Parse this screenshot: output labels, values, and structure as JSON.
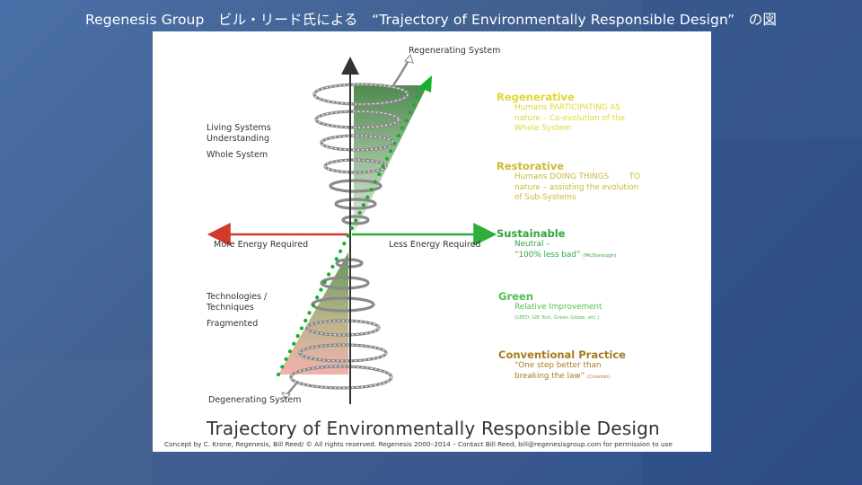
{
  "slide_title": "Regenesis Group　ビル・リード氏による　“Trajectory of Environmentally Responsible Design”　の図",
  "diagram": {
    "top_label": "Regenerating System",
    "bottom_label": "Degenerating System",
    "left_axis_label": "More Energy Required",
    "right_axis_label": "Less Energy Required",
    "upper_left_lines": [
      "Living Systems",
      "Understanding",
      "Whole System"
    ],
    "lower_left_lines": [
      "Technologies /",
      "Techniques",
      "Fragmented"
    ],
    "stages": [
      {
        "title": "Regenerative",
        "desc": [
          "Humans PARTICIPATING AS",
          "nature – Co-evolution of the",
          "Whole System"
        ],
        "color": "#e2d535"
      },
      {
        "title": "Restorative",
        "desc": [
          "Humans DOING THINGS        TO",
          "nature – assisting the evolution",
          "of Sub-Systems"
        ],
        "color": "#c9b935"
      },
      {
        "title": "Sustainable",
        "desc": [
          "Neutral –",
          "“100% less bad”"
        ],
        "note": "(McDonough)",
        "color": "#2ea63a"
      },
      {
        "title": "Green",
        "desc": [
          "Relative Improvement"
        ],
        "note": "(LEED, GB Tool, Green Globe, etc.)",
        "color": "#4fc04f"
      },
      {
        "title": "Conventional Practice",
        "desc": [
          "“One step better than",
          "breaking the law”"
        ],
        "note": "(Croxton)",
        "color": "#a77b1e"
      }
    ],
    "bottom_title": "Trajectory of Environmentally Responsible Design",
    "credit": "Concept by C. Krone, Regenesis, Bill Reed/ © All rights reserved.  Regenesis 2000–2014 – Contact Bill Reed, bill@regenesisgroup.com for permission to use"
  }
}
